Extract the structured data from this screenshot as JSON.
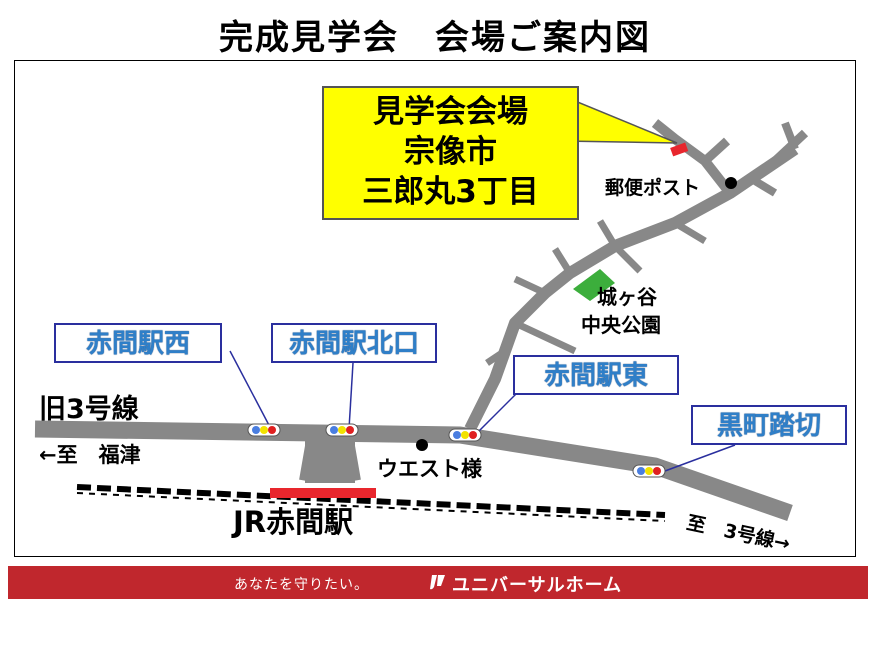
{
  "title": "完成見学会　会場ご案内図",
  "venue": {
    "line1": "見学会会場",
    "line2": "宗像市",
    "line3": "三郎丸3丁目"
  },
  "stations": {
    "akama_west": "赤間駅西",
    "akama_north": "赤間駅北口",
    "akama_east": "赤間駅東",
    "kuromachi": "黒町踏切"
  },
  "labels": {
    "post": "郵便ポスト",
    "park_line1": "城ヶ谷",
    "park_line2": "中央公園",
    "route": "旧3号線",
    "to_fukutsu": "←至　福津",
    "west_sama": "ウエスト様",
    "jr_station": "JR赤間駅",
    "to_route3": "至　3号線→"
  },
  "footer": {
    "tagline": "あなたを守りたい。",
    "brand": "ユニバーサルホーム"
  },
  "colors": {
    "road": "#888888",
    "venue_marker": "#e8262d",
    "park": "#3cae3c",
    "callout": "#ffff00",
    "station_text": "#2f7fc8",
    "station_border": "#2a2f9e",
    "footer": "#c0272d"
  }
}
